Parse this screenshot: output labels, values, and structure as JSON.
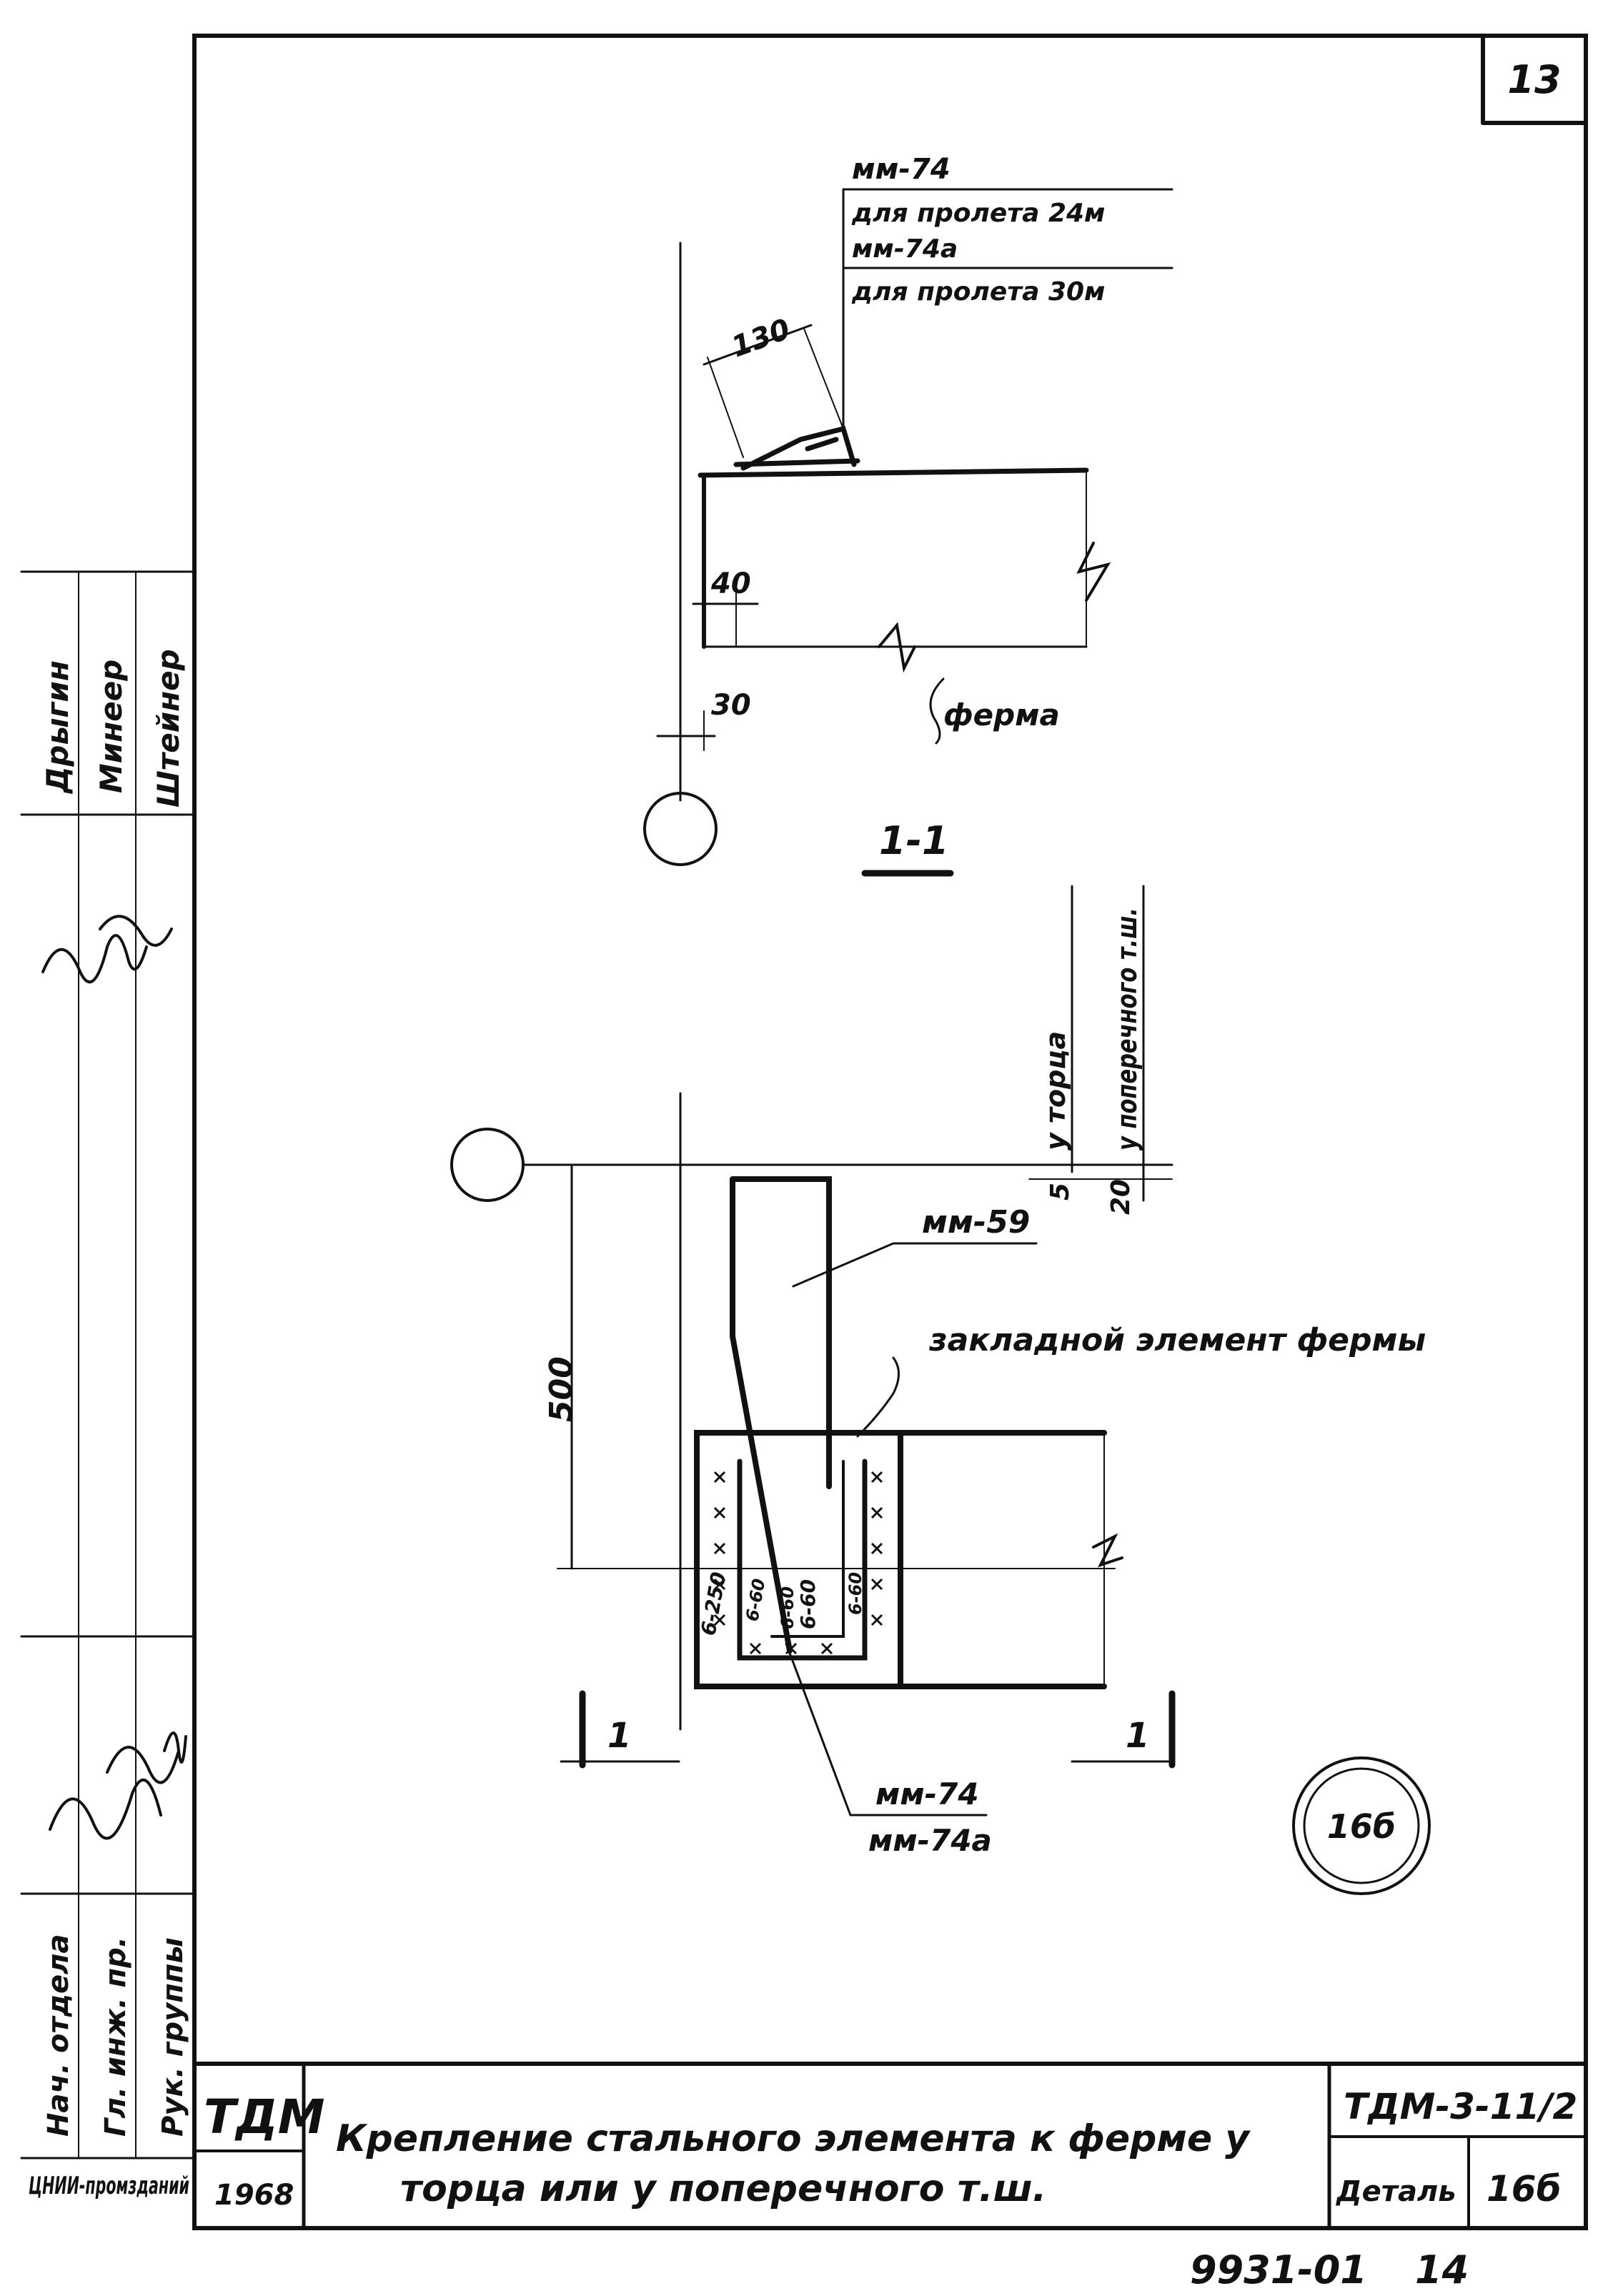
{
  "sheet_number": "13",
  "top_section": {
    "leader_labels": [
      "мм-74",
      "для пролета 24м",
      "мм-74а",
      "для пролета 30м"
    ],
    "dim_130": "130",
    "dim_40": "40",
    "dim_30": "30",
    "label_truss": "ферма",
    "section_label": "1-1"
  },
  "plan_section": {
    "label_torec": "у торца",
    "label_poperechnogo": "у поперечного т.ш.",
    "dim_5": "5",
    "dim_20": "20",
    "label_mm59": "мм-59",
    "label_embedded": "закладной элемент фермы",
    "dim_500": "500",
    "weld_6_250": "6-250",
    "weld_6_60a": "6-60",
    "weld_6_60b": "6-60",
    "weld_6_60c": "6-60",
    "weld_6_60d": "6-60",
    "label_mm74": "мм-74",
    "label_mm74a": "мм-74а",
    "cut_left": "1",
    "cut_right": "1",
    "detail_circle": "16б"
  },
  "side_stamp": {
    "name_1": "Дрыгин",
    "name_2": "Минеер",
    "name_3": "Штейнер",
    "role_1": "Нач. отдела",
    "role_2": "Гл. инж. пр.",
    "role_3": "Рук. группы",
    "org": "ЦНИИ-промзданий"
  },
  "title_block": {
    "logo": "ТДМ",
    "year": "1968",
    "title_line_1": "Крепление стального элемента к ферме у",
    "title_line_2": "торца или у поперечного т.ш.",
    "code": "ТДМ-3-11/2",
    "detail_label": "Деталь",
    "detail_number": "16б"
  },
  "footer": {
    "doc_number": "9931-01",
    "page_number": "14"
  }
}
